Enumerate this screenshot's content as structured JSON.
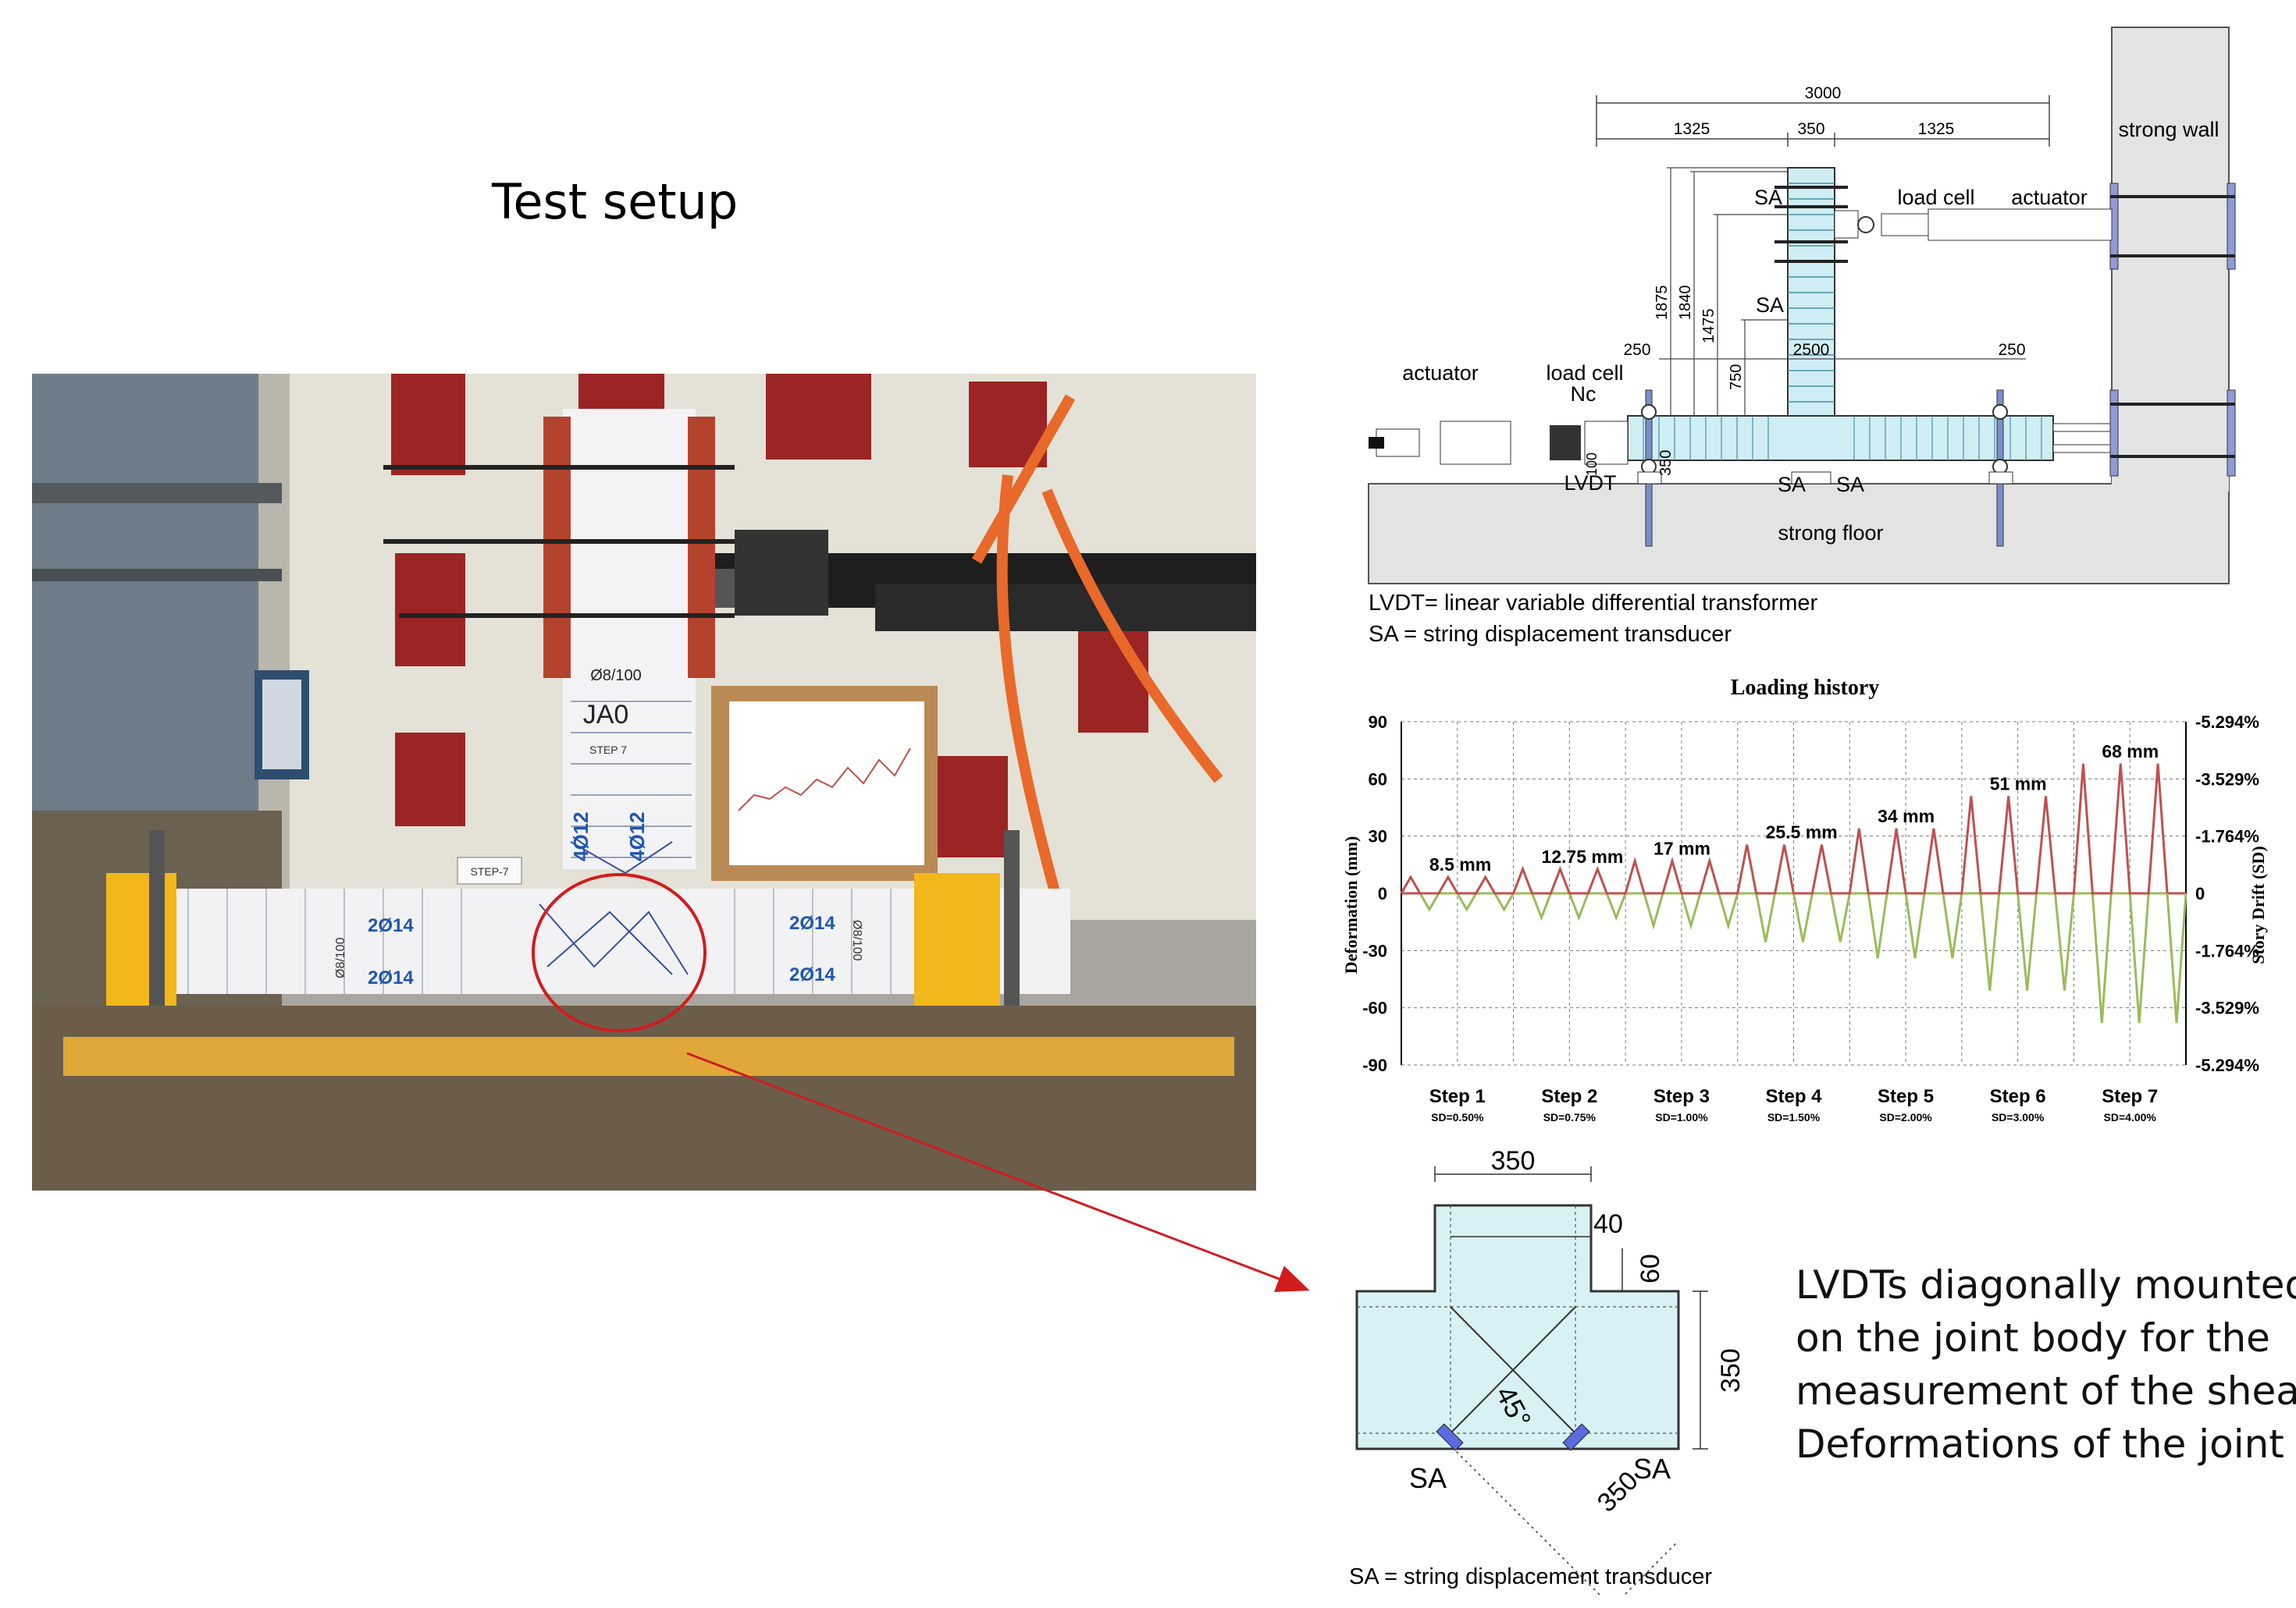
{
  "title": "Test setup",
  "photo": {
    "specimen_id": "JA0",
    "stirrups_column": "Ø8/100",
    "step_tag": "STEP 7",
    "column_bars_left": "4Ø12",
    "column_bars_right": "4Ø12",
    "beam_left_top": "2Ø14",
    "beam_left_bottom": "2Ø14",
    "beam_right_top": "2Ø14",
    "beam_right_bottom": "2Ø14",
    "beam_stirrups_left": "Ø8/100",
    "beam_stirrups_right": "Ø8/100",
    "step_card": "STEP-7"
  },
  "setup": {
    "dim_total": "3000",
    "dim_left": "1325",
    "dim_mid": "350",
    "dim_right": "1325",
    "strong_wall": "strong wall",
    "strong_floor": "strong floor",
    "sa_top": "SA",
    "sa_mid": "SA",
    "load_cell_top": "load cell",
    "actuator_top": "actuator",
    "actuator_left": "actuator",
    "load_cell_left": "load cell",
    "nc": "Nc",
    "lvdt": "LVDT",
    "sa_bottom_left": "SA",
    "sa_bottom_right": "SA",
    "v1875": "1875",
    "v1840": "1840",
    "v1475": "1475",
    "v750": "750",
    "v2500": "2500",
    "d250_left": "250",
    "d250_right": "250",
    "d350": "350",
    "d100": "100",
    "legend_lvdt": "LVDT= linear variable differential transformer",
    "legend_sa": "SA    = string displacement transducer"
  },
  "chart_data": {
    "type": "line",
    "title": "Loading history",
    "ylabel": "Deformation (mm)",
    "y2label": "Story Drift (SD)",
    "ylim": [
      -90,
      90
    ],
    "yticks": [
      90,
      60,
      30,
      0,
      -30,
      -60,
      -90
    ],
    "y2ticks": [
      "-5.294%",
      "-3.529%",
      "-1.764%",
      "0",
      "-1.764%",
      "-3.529%",
      "-5.294%"
    ],
    "colors": {
      "positive": "#c0504d",
      "negative": "#9bbb59"
    },
    "steps": [
      {
        "label": "Step 1",
        "sd": "SD=0.50%",
        "amp": 8.5,
        "amp_label": "8.5 mm"
      },
      {
        "label": "Step 2",
        "sd": "SD=0.75%",
        "amp": 12.75,
        "amp_label": "12.75 mm"
      },
      {
        "label": "Step 3",
        "sd": "SD=1.00%",
        "amp": 17,
        "amp_label": "17 mm"
      },
      {
        "label": "Step 4",
        "sd": "SD=1.50%",
        "amp": 25.5,
        "amp_label": "25.5 mm"
      },
      {
        "label": "Step 5",
        "sd": "SD=2.00%",
        "amp": 34,
        "amp_label": "34 mm"
      },
      {
        "label": "Step 6",
        "sd": "SD=3.00%",
        "amp": 51,
        "amp_label": "51 mm"
      },
      {
        "label": "Step 7",
        "sd": "SD=4.00%",
        "amp": 68,
        "amp_label": "68 mm"
      }
    ],
    "cycles_per_step": 3,
    "grid": true
  },
  "joint": {
    "dim_350_top": "350",
    "dim_40": "40",
    "dim_60": "60",
    "dim_350_right": "350",
    "angle": "45°",
    "dim_350_diag": "350",
    "sa_left": "SA",
    "sa_right": "SA",
    "legend_sa": "SA    = string displacement transducer"
  },
  "description": {
    "line1": "LVDTs diagonally mounted",
    "line2": "on the joint body for the",
    "line3": "measurement of the shear",
    "line4": "Deformations of the joint"
  }
}
